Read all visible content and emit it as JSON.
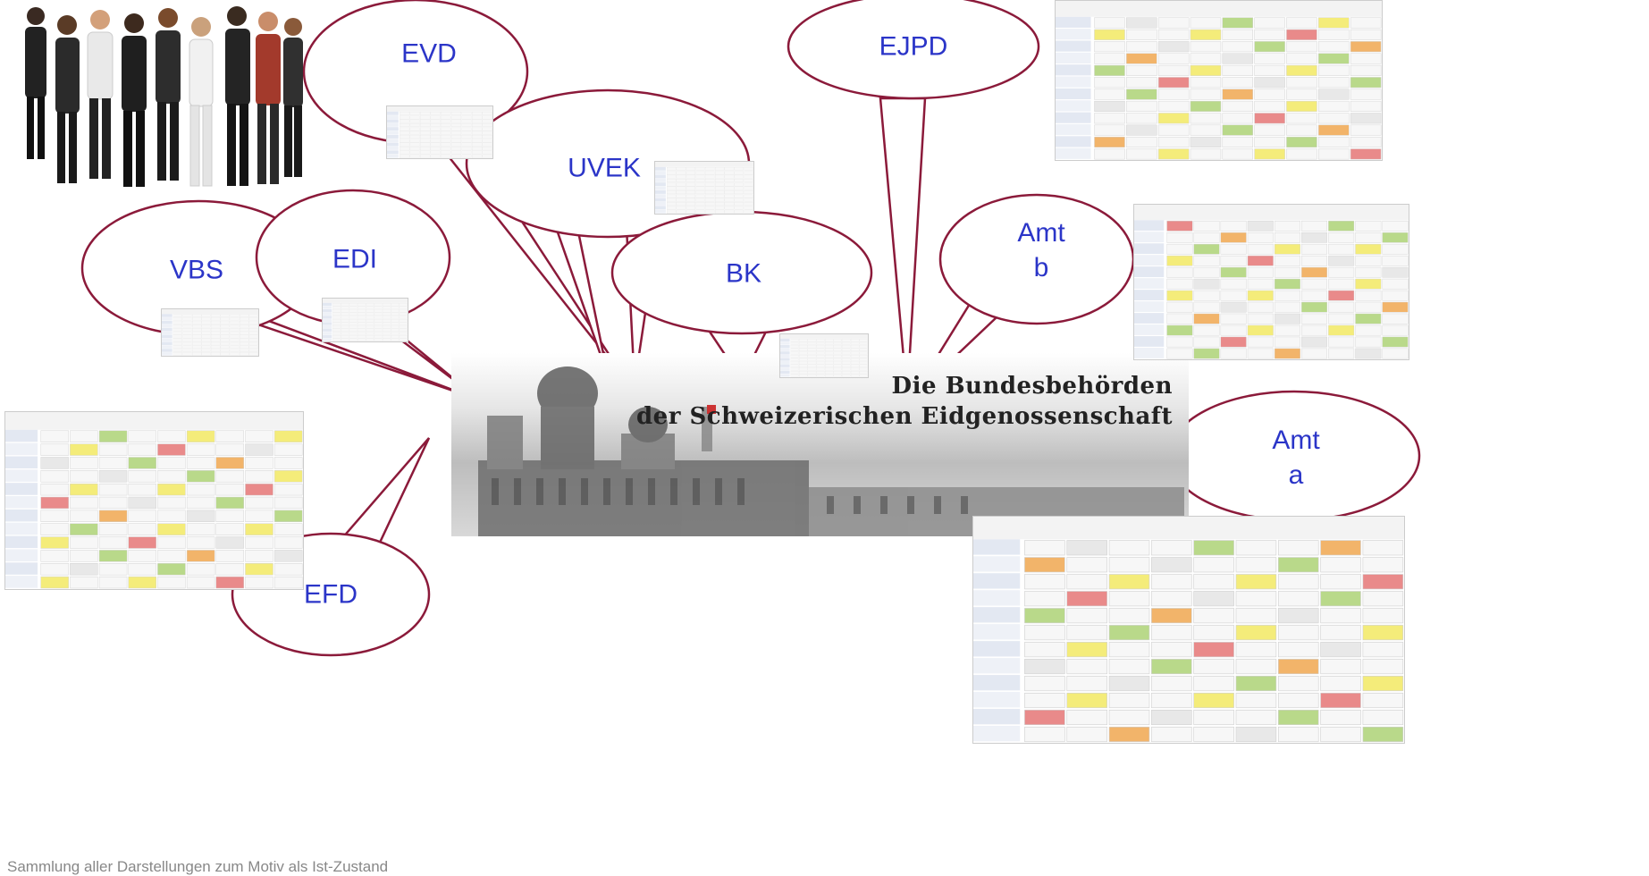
{
  "bubbles": {
    "evd": "EVD",
    "ejpd": "EJPD",
    "uvek": "UVEK",
    "vbs": "VBS",
    "edi": "EDI",
    "bk": "BK",
    "amt_b_line1": "Amt",
    "amt_b_line2": "b",
    "amt_a_line1": "Amt",
    "amt_a_line2": "a",
    "efd": "EFD"
  },
  "banner": {
    "line1": "Die Bundesbehörden",
    "line2": "der Schweizerischen Eidgenossenschaft"
  },
  "caption": "Sammlung aller Darstellungen zum Motiv als Ist-Zustand",
  "colors": {
    "bubble_stroke": "#8b1a3a",
    "label": "#2b35c8",
    "cell_yellow": "#f4ec7a",
    "cell_green": "#b9d98a",
    "cell_orange": "#f2b46a",
    "cell_red": "#e98a8a",
    "cell_grey": "#e8e8e8"
  },
  "icons": {
    "photo": "people-group-photo",
    "building": "bundeshaus-building-image",
    "tables": "matrix-table-thumbnail"
  }
}
